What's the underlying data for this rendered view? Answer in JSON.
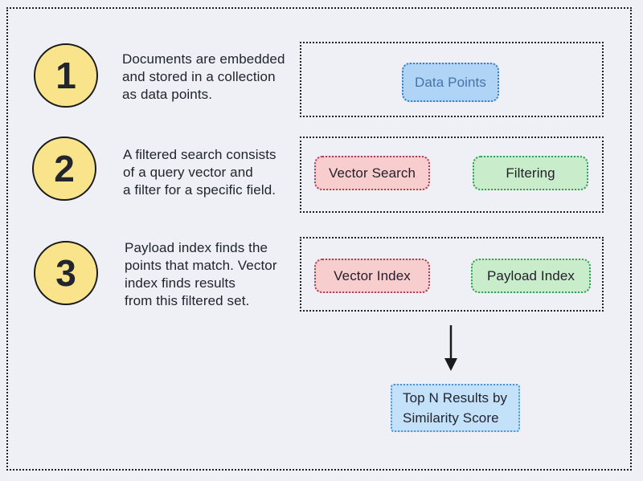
{
  "canvas": {
    "background": "#eef0f5",
    "outer_border_color": "#1f1f1f",
    "dashed_box_color": "#1f1f1f",
    "arrow_color": "#1a1a1a"
  },
  "steps": [
    {
      "number": "1",
      "badge_fill": "#f9e48b",
      "badge_border": "#1a1a1a",
      "lines": [
        "Documents are embedded",
        "and stored in a collection",
        "as data points."
      ]
    },
    {
      "number": "2",
      "badge_fill": "#f9e48b",
      "badge_border": "#1a1a1a",
      "lines": [
        "A filtered search consists",
        "of a query vector and",
        "a filter for a specific field."
      ]
    },
    {
      "number": "3",
      "badge_fill": "#f9e48b",
      "badge_border": "#1a1a1a",
      "lines": [
        "Payload index finds the",
        "points that match. Vector",
        "index finds results",
        "from this filtered set."
      ]
    }
  ],
  "chips": {
    "data_points": {
      "label": "Data Points",
      "fill": "#afd4f5",
      "border": "#3d7ec9",
      "text": "#4574ad"
    },
    "vector_search": {
      "label": "Vector Search",
      "fill": "#f7cdcd",
      "border": "#ad3a56",
      "text": "#241e2a"
    },
    "filtering": {
      "label": "Filtering",
      "fill": "#c9edca",
      "border": "#2f9e5b",
      "text": "#241e2a"
    },
    "vector_index": {
      "label": "Vector Index",
      "fill": "#f7cdcd",
      "border": "#ad3a56",
      "text": "#241e2a"
    },
    "payload_index": {
      "label": "Payload Index",
      "fill": "#c9edca",
      "border": "#2f9e5b",
      "text": "#241e2a"
    }
  },
  "result": {
    "lines": [
      "Top N Results by",
      "Similarity Score"
    ],
    "fill": "#c4e1fa",
    "border": "#4a90d9",
    "text": "#22242e"
  }
}
